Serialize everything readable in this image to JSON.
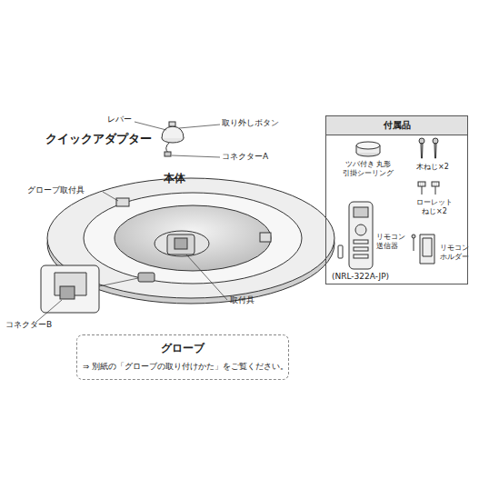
{
  "diagram": {
    "nodes": [
      {
        "text": [
          "付属品"
        ]
      },
      {
        "text": [
          "グローブ",
          "⇒ 別紙の「グローブの取り付けかた」をご覧ください。"
        ]
      }
    ],
    "labels": [
      "レバー",
      "取り外しボタン",
      "クイックアダプター",
      "コネクターA",
      "本体",
      "グローブ取付具",
      "コネクターB",
      "取付具",
      "ツバ付き 丸形 引掛シーリング",
      "木ねじ×2",
      "ローレット ねじ×2",
      "リモコン 送信器",
      "(NRL-322A-JP)",
      "リモコン ホルダー"
    ]
  }
}
